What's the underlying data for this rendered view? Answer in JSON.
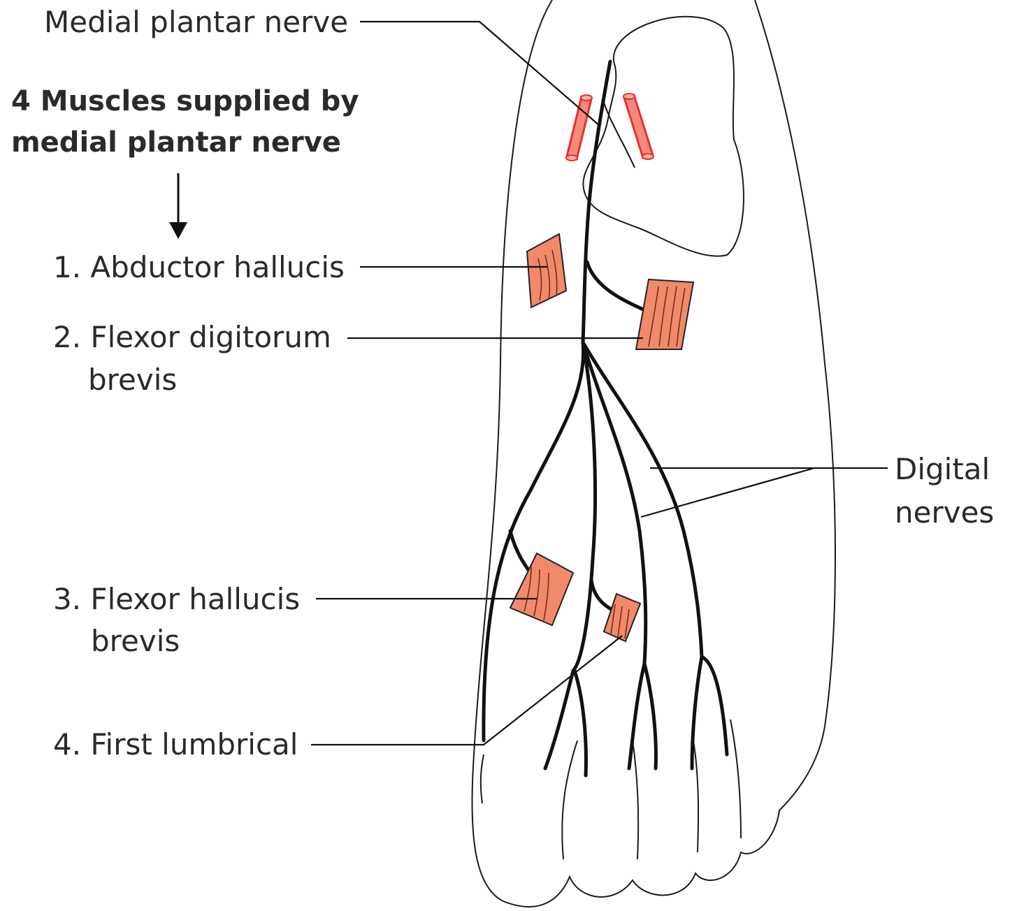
{
  "labels": {
    "medial_plantar_nerve": "Medial plantar nerve",
    "heading_line1": "4 Muscles supplied by",
    "heading_line2": "medial plantar nerve",
    "muscle1": "1. Abductor hallucis",
    "muscle2_line1": "2. Flexor digitorum",
    "muscle2_line2": "brevis",
    "muscle3_line1": "3. Flexor hallucis",
    "muscle3_line2": "brevis",
    "muscle4": "4. First lumbrical",
    "digital_line1": "Digital",
    "digital_line2": "nerves"
  },
  "colors": {
    "muscle_fill": "#f08a6a",
    "vessel_fill": "#f48a7c",
    "vessel_stroke": "#e8312a",
    "nerve": "#111111",
    "outline": "#1a1a1a"
  }
}
